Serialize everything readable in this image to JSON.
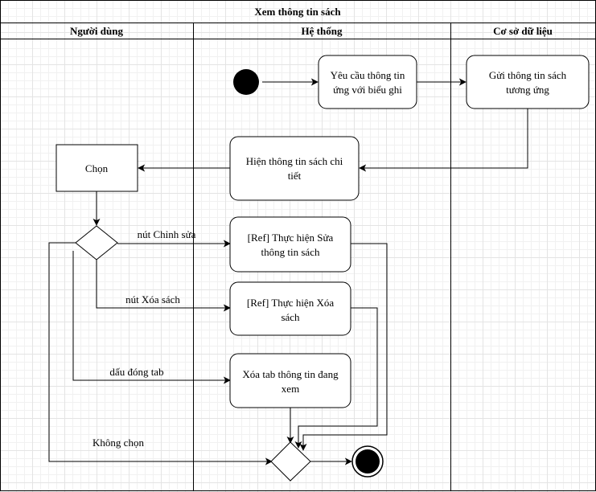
{
  "diagram": {
    "title": "Xem thông tin sách",
    "lanes": [
      "Người dùng",
      "Hệ thống",
      "Cơ sở dữ liệu"
    ],
    "actions": {
      "request": [
        "Yêu cầu thông tin",
        "ứng với biểu ghi"
      ],
      "send_db": [
        "Gửi thông tin sách",
        "tương ứng"
      ],
      "show_detail": [
        "Hiện thông tin sách chi",
        "tiết"
      ],
      "choose": [
        "Chọn"
      ],
      "ref_edit": [
        "[Ref] Thực hiện Sửa",
        "thông tin sách"
      ],
      "ref_delete": [
        "[Ref] Thực hiện Xóa",
        "sách"
      ],
      "close_tab": [
        "Xóa tab thông tin đang",
        "xem"
      ]
    },
    "edge_labels": {
      "edit": "nút Chỉnh sửa",
      "delete": "nút Xóa sách",
      "close": "dấu đóng tab",
      "none": "Không chọn"
    }
  }
}
